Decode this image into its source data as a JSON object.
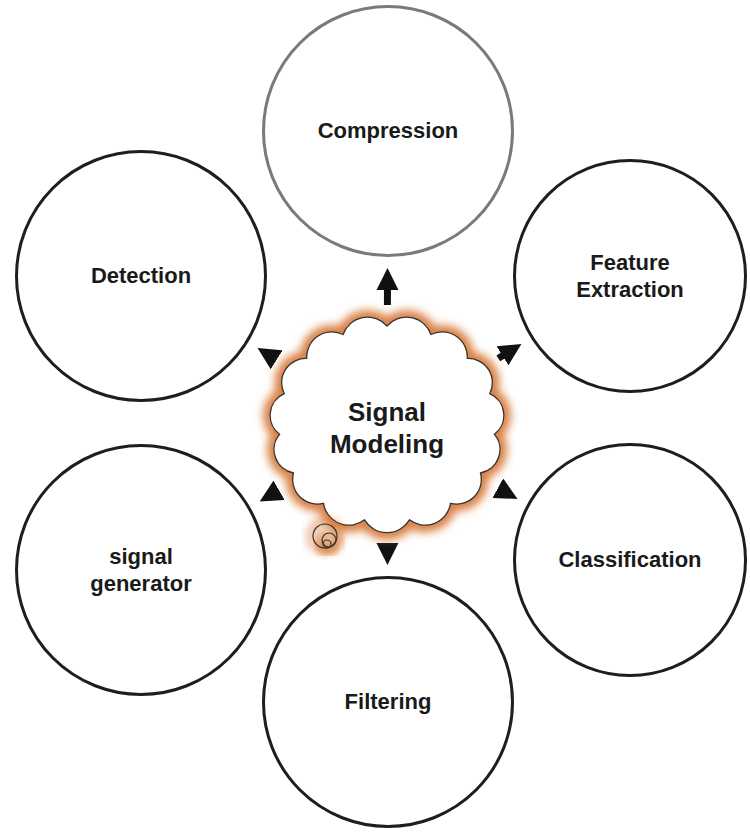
{
  "diagram": {
    "nodes": [
      {
        "text": [
          "Compression"
        ]
      },
      {
        "text": [
          "Detection"
        ]
      },
      {
        "text": [
          "Feature Extraction"
        ]
      },
      {
        "text": [
          "Signal Modeling"
        ]
      },
      {
        "text": [
          "signal generator"
        ]
      },
      {
        "text": [
          "Classification"
        ]
      },
      {
        "text": [
          "Filtering"
        ]
      }
    ],
    "edges": [
      {
        "from": 3,
        "to": 0,
        "arrow": "to"
      },
      {
        "from": 3,
        "to": 1,
        "arrow": "to"
      },
      {
        "from": 3,
        "to": 2,
        "arrow": "to"
      },
      {
        "from": 3,
        "to": 4,
        "arrow": "to"
      },
      {
        "from": 3,
        "to": 5,
        "arrow": "to"
      },
      {
        "from": 3,
        "to": 6,
        "arrow": "to"
      }
    ]
  }
}
